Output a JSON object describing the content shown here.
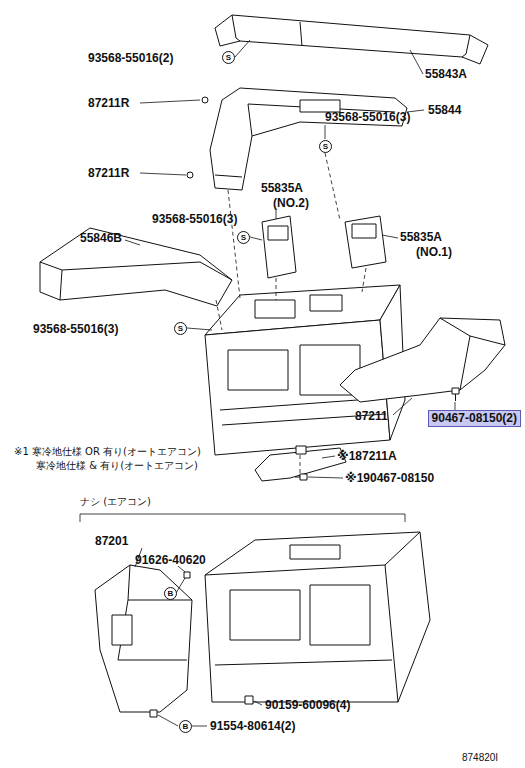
{
  "diagram": {
    "nodes": [
      {
        "text": [
          "S"
        ]
      },
      {
        "text": [
          "S"
        ]
      },
      {
        "text": [
          "S"
        ]
      },
      {
        "text": [
          "S"
        ]
      },
      {
        "text": [
          "90467-08150(2)"
        ]
      },
      {
        "text": [
          "B"
        ]
      },
      {
        "text": [
          "B"
        ]
      }
    ],
    "labels": [
      "55843A",
      "93568-55016(2)",
      "87211R",
      "55844",
      "93568-55016(3)",
      "87211R",
      "55835A",
      "(NO.2)",
      "93568-55016(3)",
      "55846B",
      "55835A",
      "(NO.1)",
      "93568-55016(3)",
      "87211",
      "※1 寒冷地仕様 OR 有り(オートエアコン)",
      "寒冷地仕様 & 有り(オートエアコン)",
      "※187211A",
      "※190467-08150",
      "ナシ (エアコン)",
      "87201",
      "91626-40620",
      "90159-60096(4)",
      "91554-80614(2)",
      "874820I"
    ]
  }
}
